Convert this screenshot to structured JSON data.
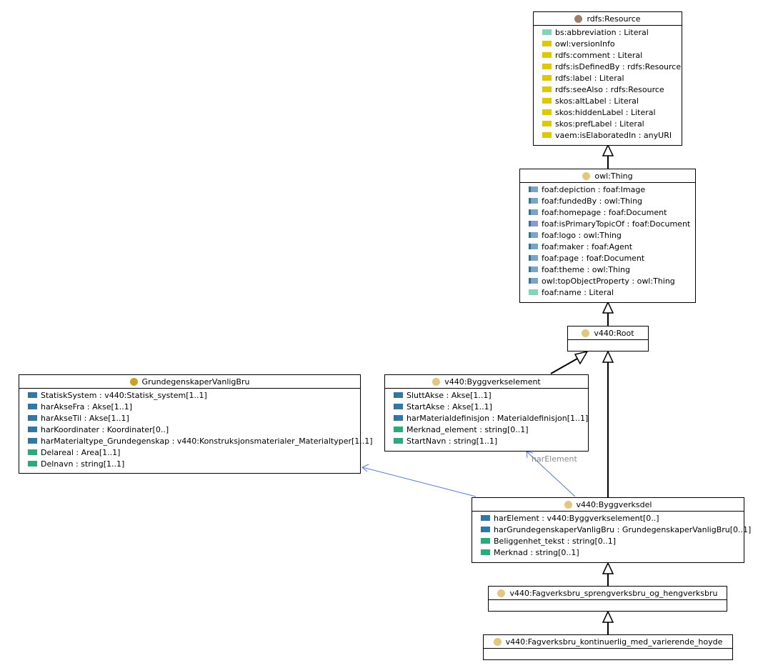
{
  "colors": {
    "resource_dot": "#a07d6a",
    "class_dot": "#e2c77f",
    "class_dot_dark": "#c9a227",
    "annotation": "#e0c800",
    "literal_light": "#84d2b8",
    "object_prop": "#7aa5c4",
    "object_prop_purple": "#8a9acc",
    "object_prop_dark": "#2f79a8",
    "datatype": "#2eaa7a",
    "association_edge": "#5577dd"
  },
  "classes": {
    "resource": {
      "title": "rdfs:Resource",
      "rows": [
        {
          "text": "bs:abbreviation : Literal",
          "kind": "literal_light"
        },
        {
          "text": "owl:versionInfo",
          "kind": "annotation"
        },
        {
          "text": "rdfs:comment : Literal",
          "kind": "annotation"
        },
        {
          "text": "rdfs:isDefinedBy : rdfs:Resource",
          "kind": "annotation"
        },
        {
          "text": "rdfs:label : Literal",
          "kind": "annotation"
        },
        {
          "text": "rdfs:seeAlso : rdfs:Resource",
          "kind": "annotation"
        },
        {
          "text": "skos:altLabel : Literal",
          "kind": "annotation"
        },
        {
          "text": "skos:hiddenLabel : Literal",
          "kind": "annotation"
        },
        {
          "text": "skos:prefLabel : Literal",
          "kind": "annotation"
        },
        {
          "text": "vaem:isElaboratedIn : anyURI",
          "kind": "annotation"
        }
      ]
    },
    "thing": {
      "title": "owl:Thing",
      "rows": [
        {
          "text": "foaf:depiction : foaf:Image",
          "kind": "object_prop"
        },
        {
          "text": "foaf:fundedBy : owl:Thing",
          "kind": "object_prop"
        },
        {
          "text": "foaf:homepage : foaf:Document",
          "kind": "object_prop"
        },
        {
          "text": "foaf:isPrimaryTopicOf : foaf:Document",
          "kind": "object_prop_purple"
        },
        {
          "text": "foaf:logo : owl:Thing",
          "kind": "object_prop"
        },
        {
          "text": "foaf:maker : foaf:Agent",
          "kind": "object_prop"
        },
        {
          "text": "foaf:page : foaf:Document",
          "kind": "object_prop"
        },
        {
          "text": "foaf:theme : owl:Thing",
          "kind": "object_prop"
        },
        {
          "text": "owl:topObjectProperty : owl:Thing",
          "kind": "object_prop"
        },
        {
          "text": "foaf:name : Literal",
          "kind": "literal_light"
        }
      ]
    },
    "root": {
      "title": "v440:Root",
      "rows": []
    },
    "byggverkselement": {
      "title": "v440:Byggverkselement",
      "rows": [
        {
          "text": "SluttAkse : Akse[1..1]",
          "kind": "object_prop_dark"
        },
        {
          "text": "StartAkse : Akse[1..1]",
          "kind": "object_prop_dark"
        },
        {
          "text": "harMaterialdefinisjon : Materialdefinisjon[1..1]",
          "kind": "object_prop_dark"
        },
        {
          "text": "Merknad_element : string[0..1]",
          "kind": "datatype"
        },
        {
          "text": "StartNavn : string[1..1]",
          "kind": "datatype"
        }
      ]
    },
    "grunnegenskaper": {
      "title": "GrundegenskaperVanligBru",
      "rows": [
        {
          "text": "StatiskSystem : v440:Statisk_system[1..1]",
          "kind": "object_prop_dark"
        },
        {
          "text": "harAkseFra : Akse[1..1]",
          "kind": "object_prop_dark"
        },
        {
          "text": "harAkseTil : Akse[1..1]",
          "kind": "object_prop_dark"
        },
        {
          "text": "harKoordinater : Koordinater[0..]",
          "kind": "object_prop_dark"
        },
        {
          "text": "harMaterialtype_Grundegenskap : v440:Konstruksjonsmaterialer_Materialtyper[1..1]",
          "kind": "object_prop_dark"
        },
        {
          "text": "Delareal : Area[1..1]",
          "kind": "datatype"
        },
        {
          "text": "Delnavn : string[1..1]",
          "kind": "datatype"
        }
      ]
    },
    "byggverksdel": {
      "title": "v440:Byggverksdel",
      "rows": [
        {
          "text": "harElement : v440:Byggverkselement[0..]",
          "kind": "object_prop_dark"
        },
        {
          "text": "harGrundegenskaperVanligBru : GrundegenskaperVanligBru[0..1]",
          "kind": "object_prop_dark"
        },
        {
          "text": "Beliggenhet_tekst : string[0..1]",
          "kind": "datatype"
        },
        {
          "text": "Merknad : string[0..1]",
          "kind": "datatype"
        }
      ]
    },
    "fagverksbru_spreng": {
      "title": "v440:Fagverksbru_sprengverksbru_og_hengverksbru",
      "rows": []
    },
    "fagverksbru_kont": {
      "title": "v440:Fagverksbru_kontinuerlig_med_varierende_hoyde",
      "rows": []
    }
  },
  "edge_labels": {
    "har_element": "harElement"
  }
}
